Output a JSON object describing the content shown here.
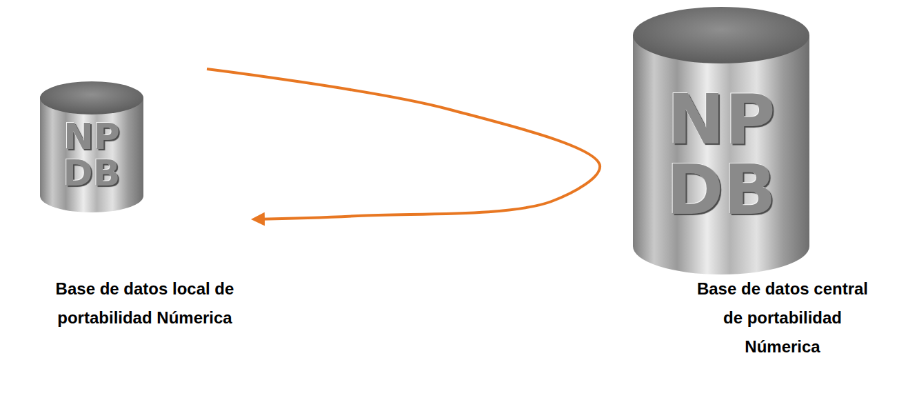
{
  "diagram": {
    "nodes": [
      {
        "text": [
          "NP DB",
          "Base de datos local de portabilidad Númerica"
        ]
      },
      {
        "text": [
          "NP DB",
          "Base de datos central de portabilidad Númerica"
        ]
      }
    ],
    "edges": [
      {
        "from": 1,
        "to": 0,
        "arrow": "to"
      }
    ]
  }
}
